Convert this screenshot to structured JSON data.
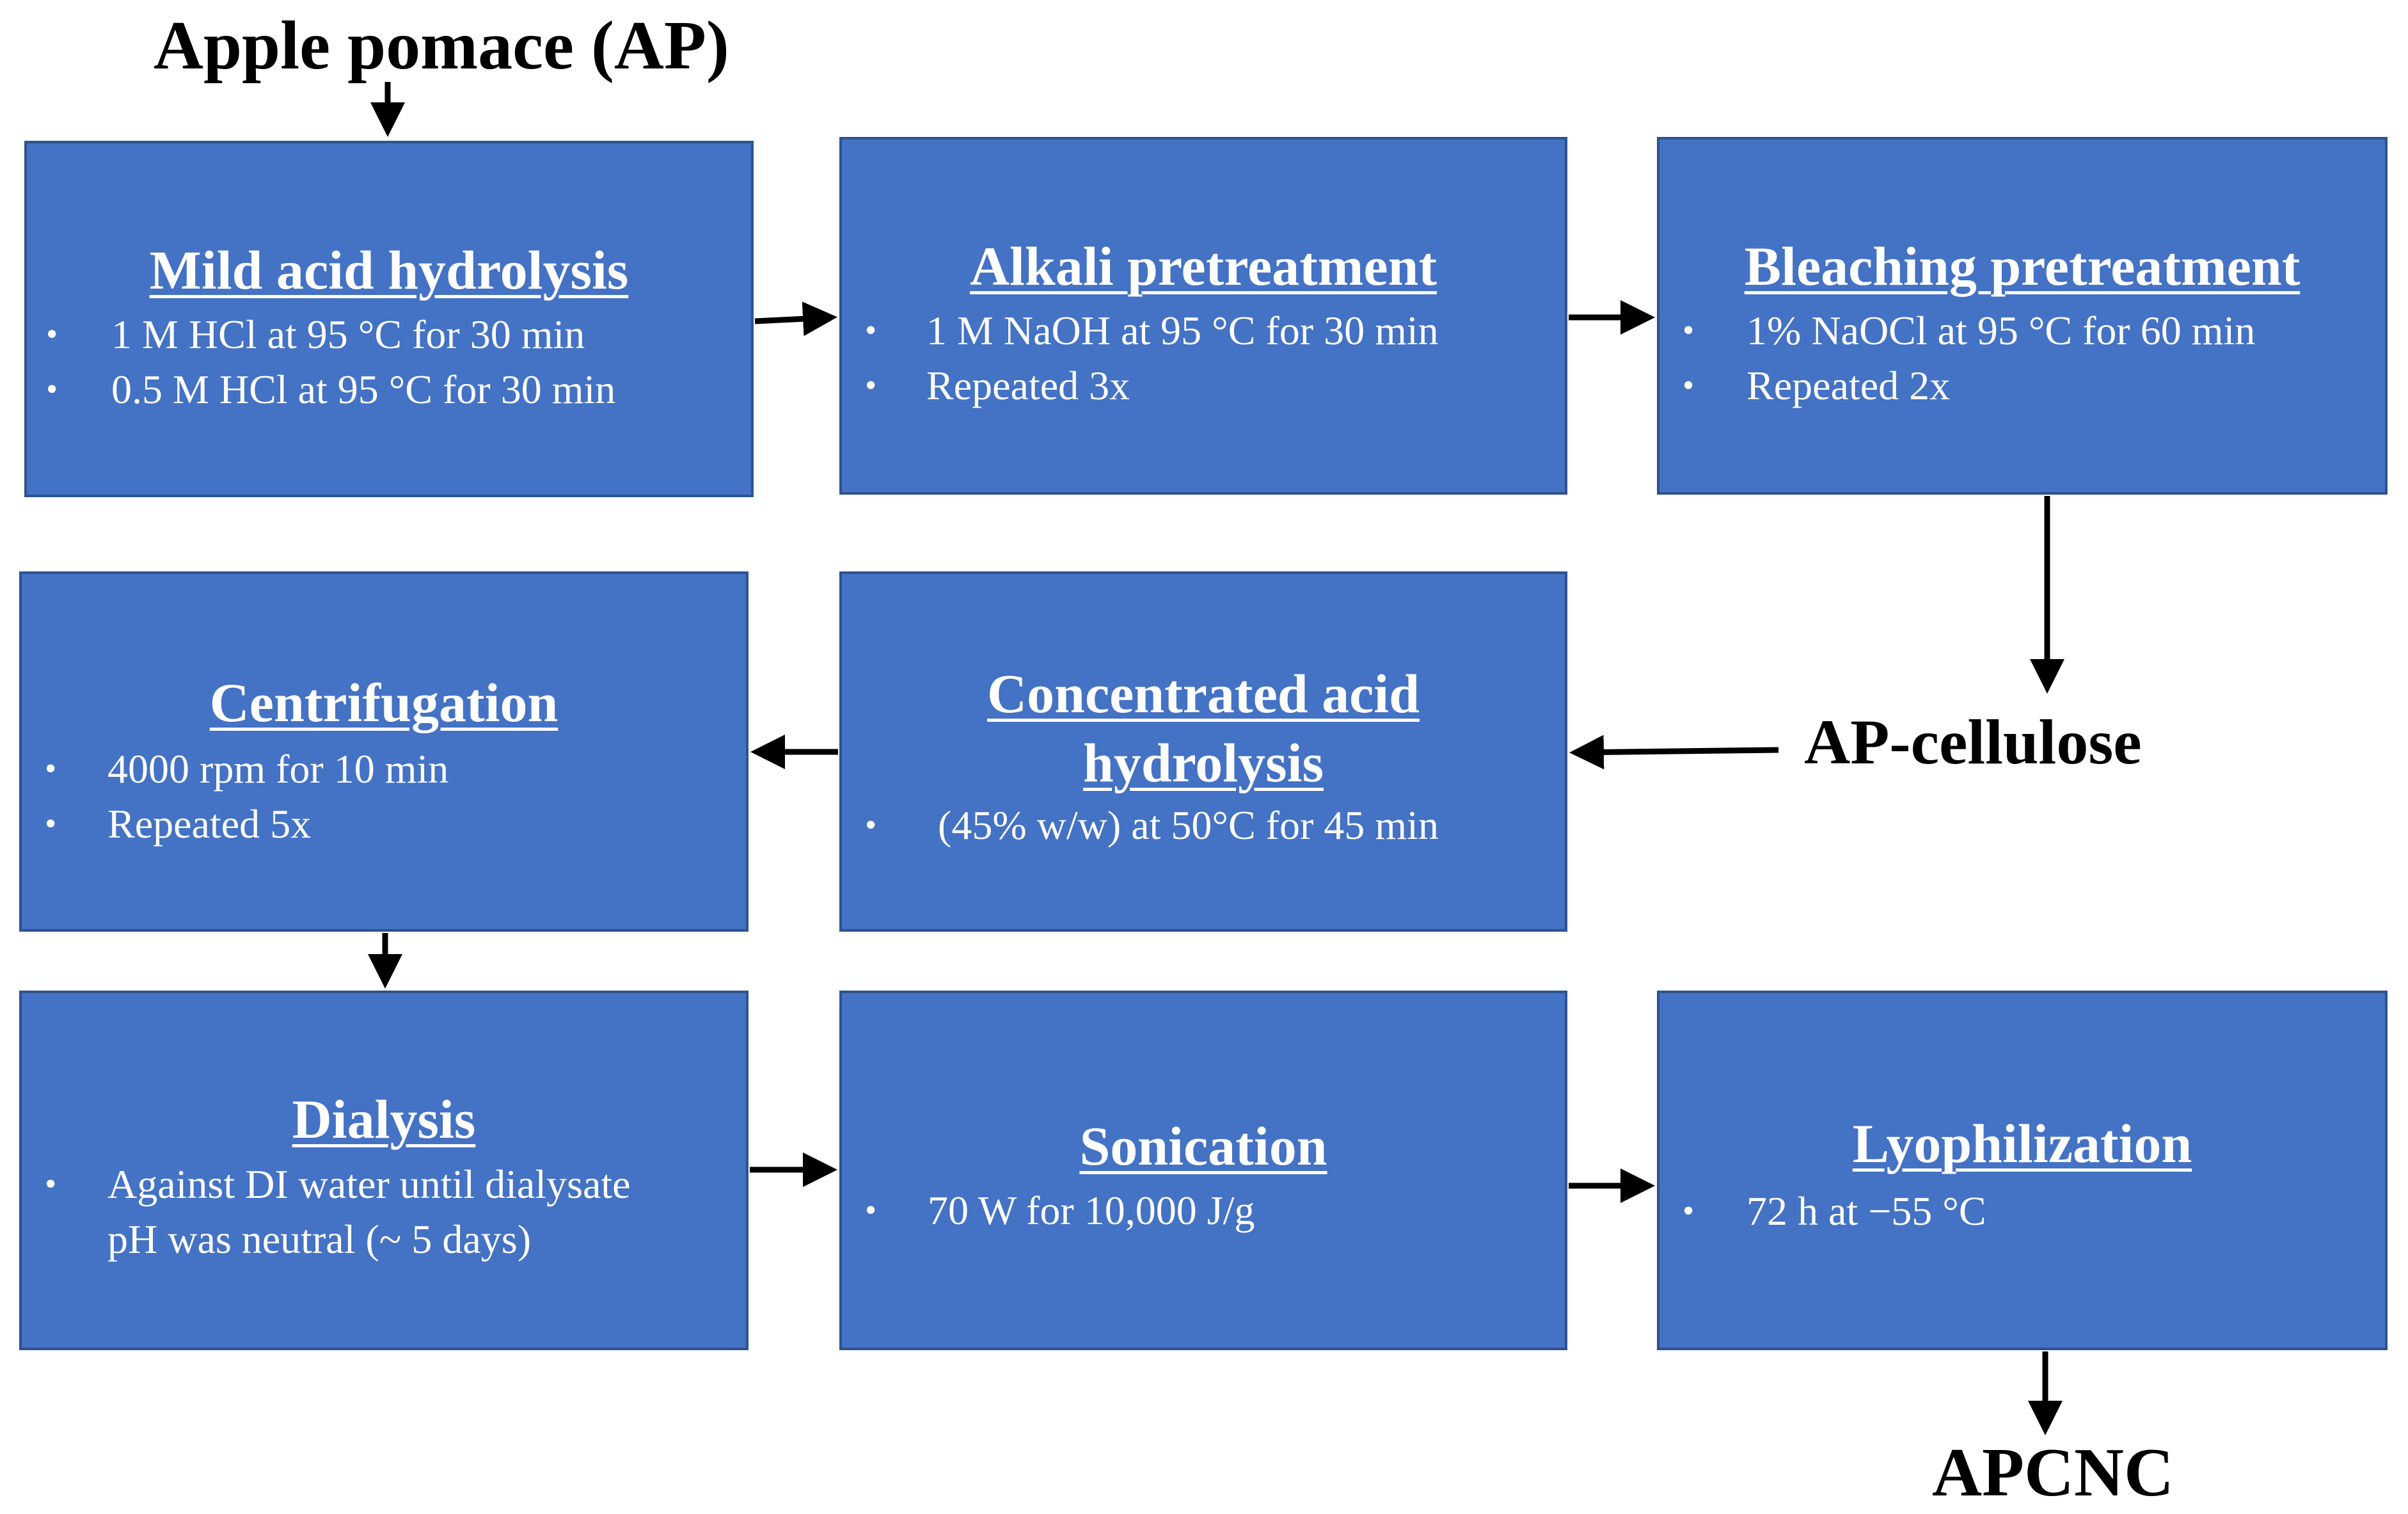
{
  "start_label": "Apple pomace (AP)",
  "intermediate_label": "AP-cellulose",
  "end_label": "APCNC",
  "bullet_symbol": "•",
  "colors": {
    "box_fill": "#4472C4",
    "box_border": "#2F528F",
    "box_text": "#FFFFFF",
    "arrow": "#000000"
  },
  "steps": {
    "mild_acid": {
      "title": "Mild acid hydrolysis",
      "items": [
        "1 M HCl at 95 °C for 30 min",
        "0.5 M HCl at 95 °C for 30 min"
      ]
    },
    "alkali": {
      "title": "Alkali pretreatment",
      "items": [
        "1 M NaOH at 95 °C for 30 min",
        "Repeated 3x"
      ]
    },
    "bleaching": {
      "title": "Bleaching pretreatment",
      "items": [
        "1% NaOCl at 95 °C for 60 min",
        "Repeated 2x"
      ]
    },
    "concentrated_acid": {
      "title_line1": "Concentrated acid",
      "title_line2": "hydrolysis",
      "items": [
        "(45% w/w) at 50°C for 45 min"
      ]
    },
    "centrifugation": {
      "title": "Centrifugation",
      "items": [
        "4000 rpm for 10 min",
        "Repeated 5x"
      ]
    },
    "dialysis": {
      "title": "Dialysis",
      "item_line1": "Against DI water until dialysate",
      "item_line2": "pH was neutral (~ 5 days)"
    },
    "sonication": {
      "title": "Sonication",
      "items": [
        "70 W for 10,000 J/g"
      ]
    },
    "lyophilization": {
      "title": "Lyophilization",
      "items": [
        "72 h at −55 °C"
      ]
    }
  }
}
